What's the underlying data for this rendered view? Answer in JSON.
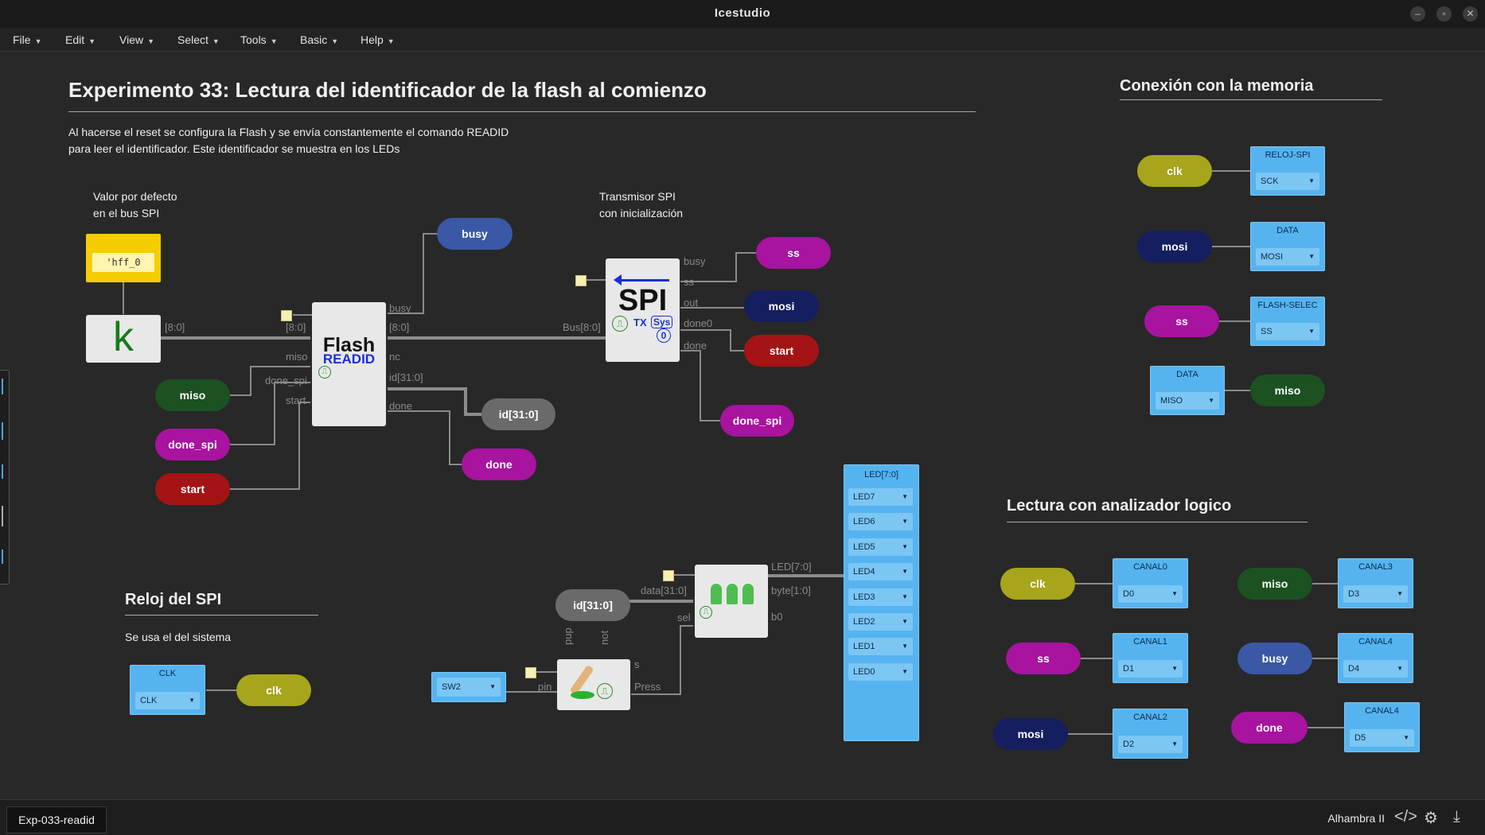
{
  "app": {
    "title": "Icestudio"
  },
  "menu": [
    {
      "label": "File"
    },
    {
      "label": "Edit"
    },
    {
      "label": "View"
    },
    {
      "label": "Select"
    },
    {
      "label": "Tools"
    },
    {
      "label": "Basic"
    },
    {
      "label": "Help"
    }
  ],
  "header": {
    "title": "Experimento 33: Lectura del identificador de la flash al comienzo",
    "desc_line1": "Al hacerse el reset se configura la Flash y se envía constantemente el comando READID",
    "desc_line2": "para leer el identificador. Este identificador se muestra en los LEDs"
  },
  "notes": {
    "default_line1": "Valor por defecto",
    "default_line2": "en el bus SPI",
    "spi_line1": "Transmisor SPI",
    "spi_line2": "con inicialización"
  },
  "const_block": {
    "value": "'hff_0",
    "letter": "k"
  },
  "flash_block": {
    "title": "Flash",
    "subtitle": "READID",
    "in_ports": [
      "[8:0]",
      "miso",
      "done_spi",
      "start"
    ],
    "out_ports": [
      "busy",
      "[8:0]",
      "nc",
      "id[31:0]",
      "done"
    ]
  },
  "spi_block": {
    "title": "SPI",
    "tx": "TX",
    "sys": "Sys",
    "zero": "0",
    "in_ports": [
      "Bus[8:0]"
    ],
    "out_ports": [
      "busy",
      "ss",
      "out",
      "done0",
      "done"
    ]
  },
  "wire_labels": {
    "k_bus": "[8:0]"
  },
  "labels_main": {
    "busy": "busy",
    "miso": "miso",
    "done_spi": "done_spi",
    "start": "start",
    "id": "id[31:0]",
    "done": "done",
    "ss": "ss",
    "mosi": "mosi",
    "start_spi": "start",
    "done_spi_out": "done_spi"
  },
  "memory": {
    "title": "Conexión con la memoria",
    "rows": [
      {
        "label": "clk",
        "pin_title": "RELOJ-SPI",
        "pin_value": "SCK"
      },
      {
        "label": "mosi",
        "pin_title": "DATA",
        "pin_value": "MOSI"
      },
      {
        "label": "ss",
        "pin_title": "FLASH-SELEC",
        "pin_value": "SS"
      },
      {
        "label": "miso",
        "pin_title": "DATA",
        "pin_value": "MISO"
      }
    ]
  },
  "analyzer": {
    "title": "Lectura con analizador logico",
    "channels": [
      {
        "label": "clk",
        "pin_title": "CANAL0",
        "pin_value": "D0"
      },
      {
        "label": "ss",
        "pin_title": "CANAL1",
        "pin_value": "D1"
      },
      {
        "label": "mosi",
        "pin_title": "CANAL2",
        "pin_value": "D2"
      },
      {
        "label": "miso",
        "pin_title": "CANAL3",
        "pin_value": "D3"
      },
      {
        "label": "busy",
        "pin_title": "CANAL4",
        "pin_value": "D4"
      },
      {
        "label": "done",
        "pin_title": "CANAL4",
        "pin_value": "D5"
      }
    ]
  },
  "clock": {
    "title": "Reloj del SPI",
    "desc": "Se usa el del sistema",
    "pin_title": "CLK",
    "pin_value": "CLK",
    "label": "clk"
  },
  "leds": {
    "title": "LED[7:0]",
    "items": [
      "LED7",
      "LED6",
      "LED5",
      "LED4",
      "LED3",
      "LED2",
      "LED1",
      "LED0"
    ]
  },
  "display_block": {
    "in_ports": [
      "data[31:0]",
      "sel"
    ],
    "out_ports": [
      "LED[7:0]",
      "byte[1:0]",
      "b0"
    ],
    "id_label": "id[31:0]"
  },
  "button_block": {
    "pin_title": "SW2",
    "in_ports": [
      "pin"
    ],
    "out_ports": [
      "s",
      "Press"
    ],
    "top_ports": [
      "pup",
      "not"
    ]
  },
  "status": {
    "tab": "Exp-033-readid",
    "board": "Alhambra II"
  },
  "colors": {
    "olive": "#a7a51b",
    "navy": "#151e5f",
    "magenta": "#a8139f",
    "green": "#1c5121",
    "red": "#a41414",
    "blue": "#3a58a6",
    "pin": "#55b4f0"
  }
}
